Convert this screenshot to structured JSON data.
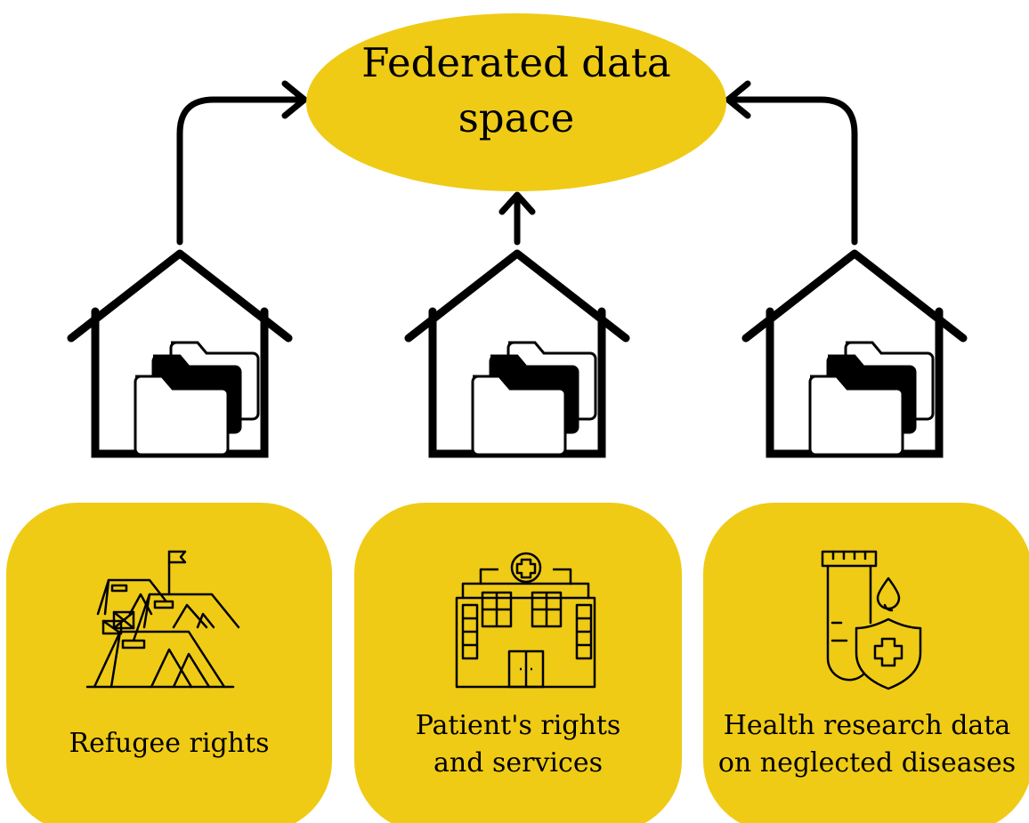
{
  "colors": {
    "accent": "#efcb16",
    "line": "#000000"
  },
  "hub": {
    "label_line1": "Federated data",
    "label_line2": "space"
  },
  "nodes": [
    {
      "icon": "house-folders-icon"
    },
    {
      "icon": "house-folders-icon"
    },
    {
      "icon": "house-folders-icon"
    }
  ],
  "cards": [
    {
      "icon": "refugee-camp-tents-icon",
      "label": "Refugee rights"
    },
    {
      "icon": "hospital-icon",
      "label_line1": "Patient's rights",
      "label_line2": "and services"
    },
    {
      "icon": "test-tube-shield-icon",
      "label_line1": "Health research data",
      "label_line2": "on neglected diseases"
    }
  ]
}
